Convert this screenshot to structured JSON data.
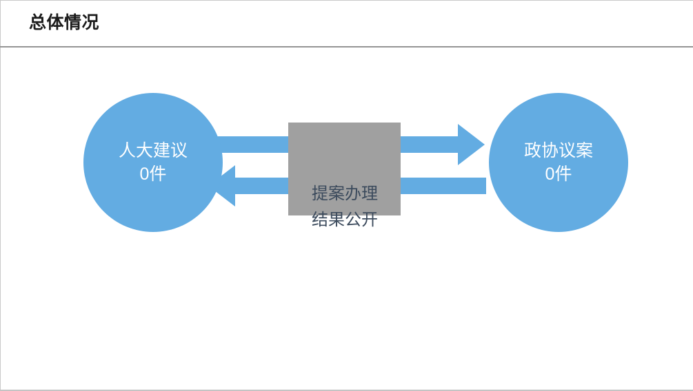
{
  "header": {
    "title": "总体情况"
  },
  "colors": {
    "node_blue": "#63ACE2",
    "process_gray": "#A0A0A0",
    "process_text": "#3B4A5C",
    "node_text": "#FFFFFF",
    "divider": "#949494",
    "frame": "#C9C9C9",
    "page_background": "#FFFFFF"
  },
  "diagram": {
    "type": "cycle-flow",
    "nodes": [
      {
        "id": "left-circle",
        "shape": "circle",
        "name": "人大建议",
        "value": "0件",
        "fill": "#63ACE2"
      },
      {
        "id": "center-box",
        "shape": "rectangle",
        "name_line1": "提案办理",
        "name_line2": "结果公开",
        "fill": "#A0A0A0"
      },
      {
        "id": "right-circle",
        "shape": "circle",
        "name": "政协议案",
        "value": "0件",
        "fill": "#63ACE2"
      }
    ],
    "arrows": [
      {
        "id": "arrow-forward",
        "direction": "left-to-right",
        "from": "left-circle",
        "to": "right-circle",
        "color": "#63ACE2"
      },
      {
        "id": "arrow-backward",
        "direction": "right-to-left",
        "from": "right-circle",
        "to": "left-circle",
        "color": "#63ACE2"
      }
    ]
  }
}
